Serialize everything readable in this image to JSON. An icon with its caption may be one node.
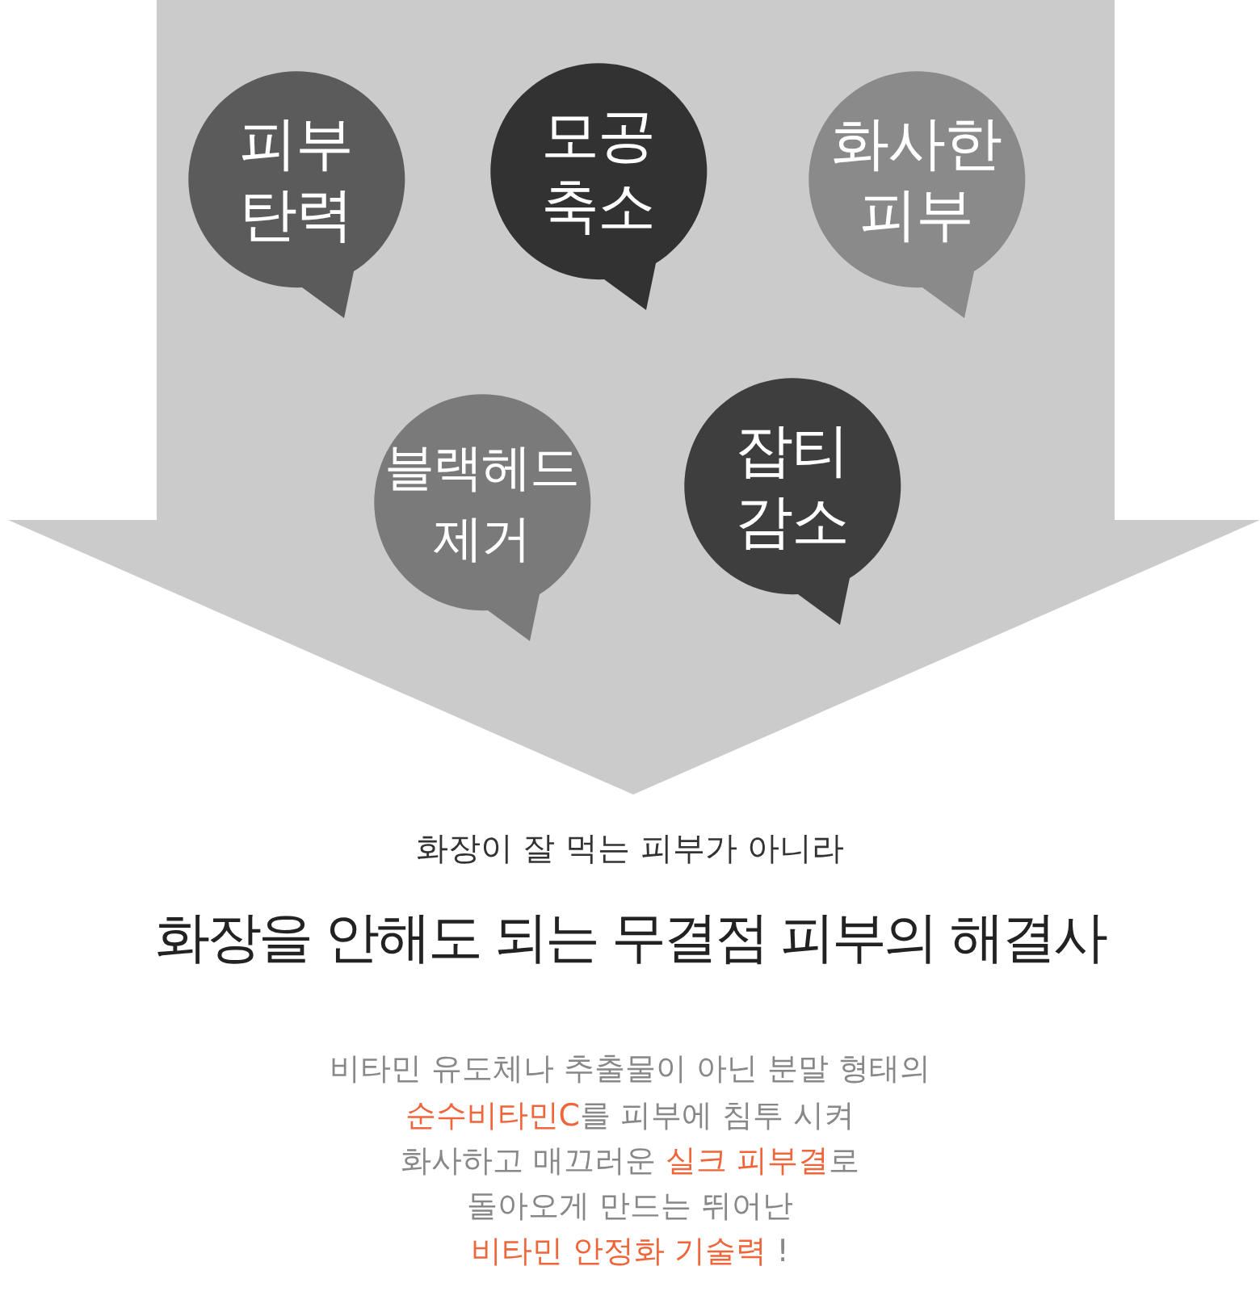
{
  "diagram": {
    "nodes": [
      {
        "text": [
          "피부 탄력"
        ]
      },
      {
        "text": [
          "모공 축소"
        ]
      },
      {
        "text": [
          "화사한 피부"
        ]
      },
      {
        "text": [
          "블랙헤드 제거"
        ]
      },
      {
        "text": [
          "잡티 감소"
        ]
      }
    ],
    "labels": [
      "화장이 잘 먹는 피부가 아니라",
      "화장을 안해도 되는 무결점 피부의 해결사",
      "비타민 유도체나 추출물이 아닌 분말 형태의",
      "**순수비타민C**를 피부에 침투 시켜",
      "화사하고 매끄러운 **실크 피부결**로",
      "돌아오게 만드는 뛰어난",
      "**비타민 안정화 기술력** !"
    ]
  }
}
